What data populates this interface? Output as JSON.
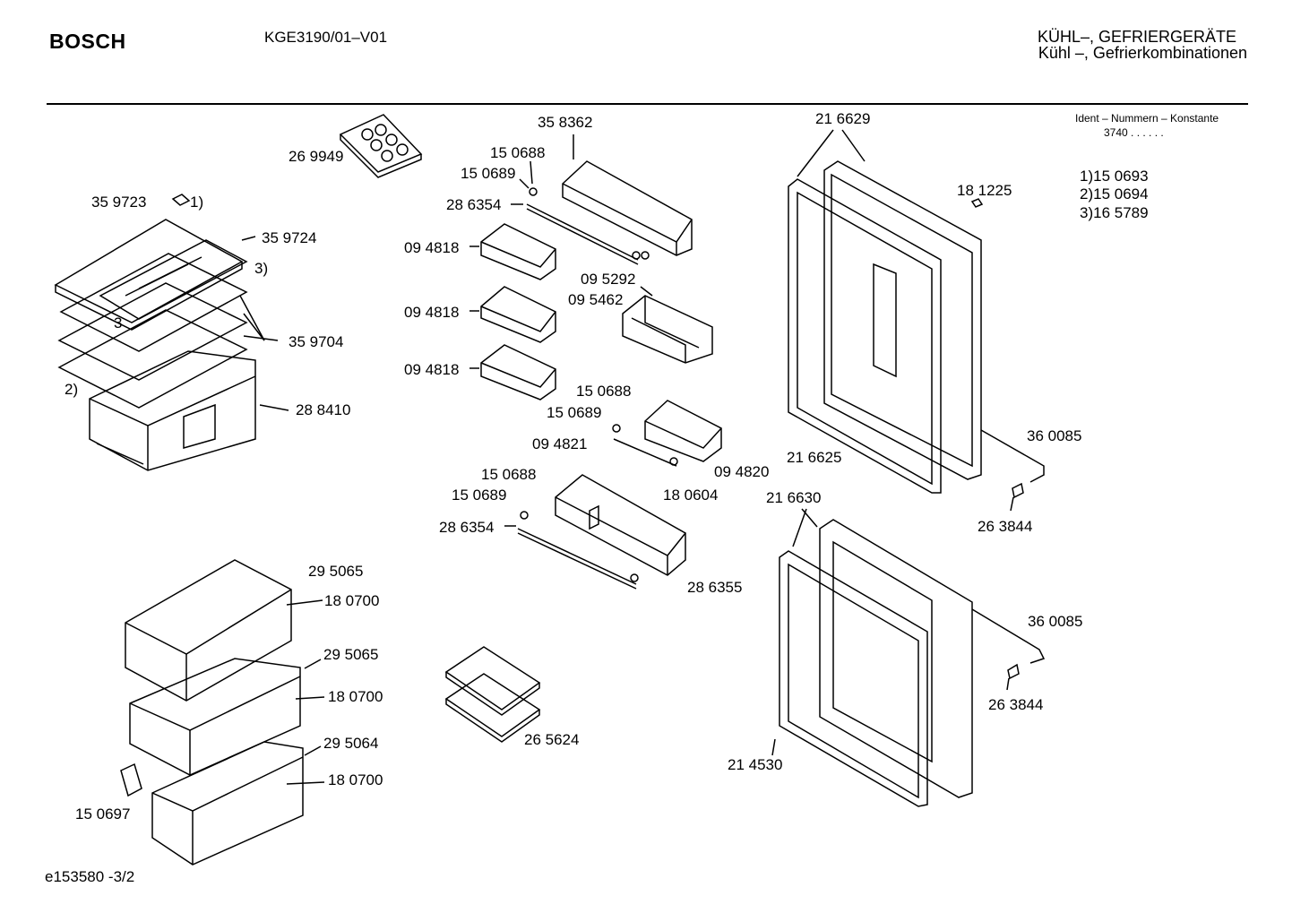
{
  "header": {
    "brand": "BOSCH",
    "model": "KGE3190/01–V01",
    "category_line1": "KÜHL–, GEFRIERGERÄTE",
    "category_line2": "Kühl –, Gefrierkombinationen"
  },
  "ident": {
    "label": "Ident – Nummern – Konstante",
    "value": "3740 . .   . . . ."
  },
  "notes": [
    "1)15 0693",
    "2)15 0694",
    "3)16 5789"
  ],
  "parts": {
    "p269949": "26 9949",
    "p359723": "35 9723",
    "p359723_note": "1)",
    "p359724": "35 9724",
    "note3a": "3)",
    "note3b": "3",
    "p359704": "35 9704",
    "note2": "2)",
    "p288410": "28 8410",
    "p358362": "35 8362",
    "p150688a": "15 0688",
    "p150689a": "15 0689",
    "p286354a": "28 6354",
    "p094818a": "09 4818",
    "p094818b": "09 4818",
    "p094818c": "09 4818",
    "p095292": "09 5292",
    "p095462": "09 5462",
    "p150688b": "15 0688",
    "p150689b": "15 0689",
    "p094821": "09 4821",
    "p094820": "09 4820",
    "p150688c": "15 0688",
    "p150689c": "15 0689",
    "p180604": "18 0604",
    "p286354b": "28 6354",
    "p286355": "28 6355",
    "p216629": "21 6629",
    "p181225": "18 1225",
    "p216625": "21 6625",
    "p360085a": "36 0085",
    "p263844a": "26 3844",
    "p216630": "21 6630",
    "p360085b": "36 0085",
    "p263844b": "26 3844",
    "p214530": "21 4530",
    "p295065a": "29 5065",
    "p180700a": "18 0700",
    "p295065b": "29 5065",
    "p180700b": "18 0700",
    "p295064": "29 5064",
    "p180700c": "18 0700",
    "p150697": "15 0697",
    "p265624": "26 5624"
  },
  "footer": {
    "code": "e153580 -3/2"
  }
}
